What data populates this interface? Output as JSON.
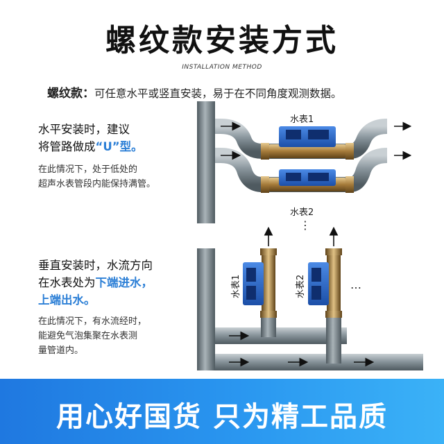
{
  "title": "螺纹款安装方式",
  "subtitle": "INSTALLATION METHOD",
  "intro": {
    "label": "螺纹款：",
    "text": "可任意水平或竖直安装，易于在不同角度观测数据。"
  },
  "horizontal": {
    "heading_line1": "水平安装时，建议",
    "heading_line2_a": "将管路做成",
    "heading_line2_highlight": "“U”型。",
    "desc_line1": "在此情况下，处于低处的",
    "desc_line2": "超声水表管段内能保持满管。"
  },
  "vertical": {
    "heading_line1": "垂直安装时，水流方向",
    "heading_line2_a": "在水表处为",
    "heading_line2_highlight": "下端进水，",
    "heading_line3_highlight": "上端出水。",
    "desc_line1": "在此情况下，有水流经时，",
    "desc_line2": "能避免气泡集聚在水表测",
    "desc_line3": "量管道内。"
  },
  "diagram": {
    "meter1_label": "水表1",
    "meter2_label": "水表2",
    "more_dots_vertical": "⋮",
    "more_dots_horizontal": "…",
    "colors": {
      "pipe": "#7d8a92",
      "meter_blue": "#2f6fd0",
      "brass": "#b0894a"
    }
  },
  "banner": {
    "slogan": "用心好国货 只为精工品质",
    "color_start": "#1f78e0",
    "color_end": "#3bb2f7"
  }
}
